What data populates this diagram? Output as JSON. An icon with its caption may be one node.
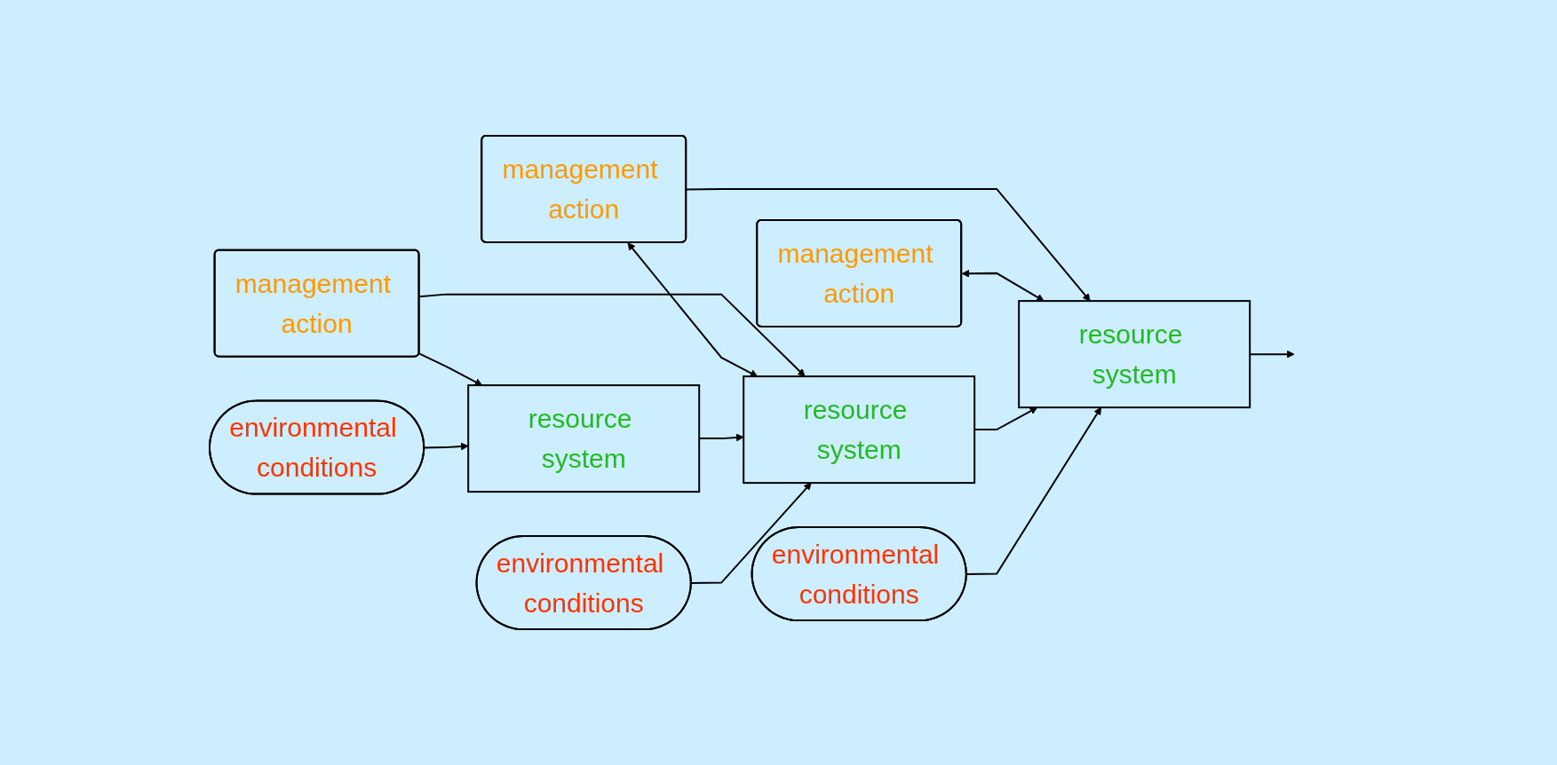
{
  "diagram": {
    "nodes": [
      {
        "text": [
          "management action"
        ]
      },
      {
        "text": [
          "management action"
        ]
      },
      {
        "text": [
          "management action"
        ]
      },
      {
        "text": [
          "resource system"
        ]
      },
      {
        "text": [
          "resource system"
        ]
      },
      {
        "text": [
          "resource system"
        ]
      },
      {
        "text": [
          "environmental conditions"
        ]
      },
      {
        "text": [
          "environmental conditions"
        ]
      },
      {
        "text": [
          "environmental conditions"
        ]
      }
    ],
    "edges": [
      {
        "from": 0,
        "to": 3,
        "arrow": "to"
      },
      {
        "from": 0,
        "to": 4,
        "arrow": "to"
      },
      {
        "from": 1,
        "to": 4,
        "arrow": "both"
      },
      {
        "from": 1,
        "to": 5,
        "arrow": "to"
      },
      {
        "from": 2,
        "to": 5,
        "arrow": "both"
      },
      {
        "from": 3,
        "to": 4,
        "arrow": "to"
      },
      {
        "from": 4,
        "to": 5,
        "arrow": "to"
      },
      {
        "from": 5,
        "to": null,
        "arrow": "to"
      },
      {
        "from": 6,
        "to": 3,
        "arrow": "to"
      },
      {
        "from": 7,
        "to": 4,
        "arrow": "to"
      },
      {
        "from": 8,
        "to": 5,
        "arrow": "to"
      }
    ]
  }
}
